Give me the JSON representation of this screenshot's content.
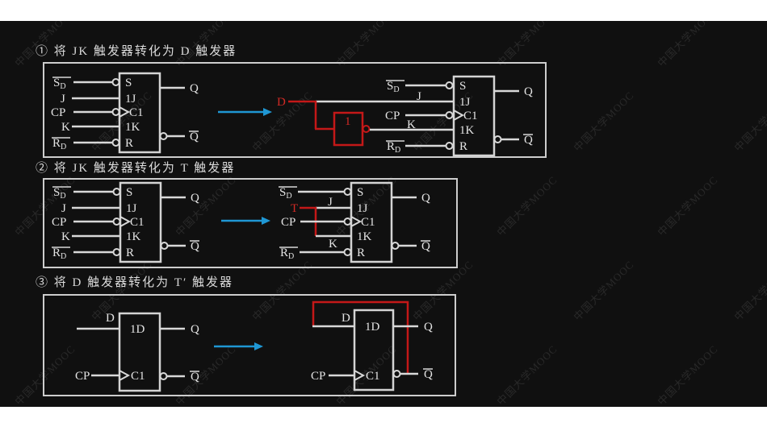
{
  "slide": {
    "watermark": "中国大学MOOC",
    "sections": [
      {
        "title": "① 将 JK 触发器转化为 D 触发器"
      },
      {
        "title": "② 将 JK 触发器转化为 T 触发器"
      },
      {
        "title": "③ 将 D 触发器转化为 T′ 触发器"
      }
    ]
  },
  "labels": {
    "s": "S",
    "d_sub": "D",
    "j": "J",
    "cp": "CP",
    "k": "K",
    "r": "R",
    "q": "Q",
    "d": "D",
    "t": "T",
    "inverter": "1",
    "pin_s": "S",
    "pin_1j": "1J",
    "pin_c1": "C1",
    "pin_1k": "1K",
    "pin_r": "R",
    "pin_1d": "1D"
  },
  "colors": {
    "page_bg": "#ffffff",
    "slide_bg": "#101010",
    "wire": "#d8d8d8",
    "red": "#c41818",
    "blue": "#1f97d4"
  }
}
